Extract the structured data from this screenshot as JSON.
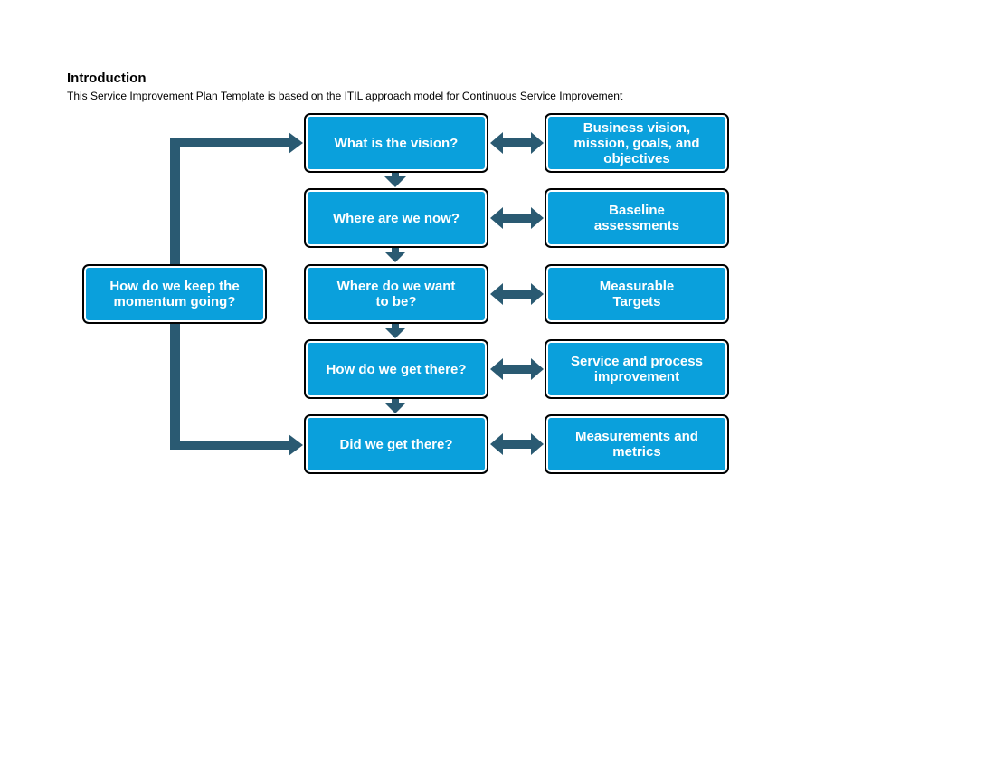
{
  "heading": "Introduction",
  "subtitle": "This Service Improvement Plan Template is based on the ITIL approach model for Continuous Service Improvement",
  "colors": {
    "box_fill": "#0aa0dc",
    "connector": "#2a5a72",
    "box_text": "#ffffff"
  },
  "steps": [
    {
      "question": "What is the vision?",
      "answer": "Business vision,\nmission, goals, and\nobjectives"
    },
    {
      "question": "Where are we now?",
      "answer": "Baseline\nassessments"
    },
    {
      "question": "Where do we want\nto be?",
      "answer": "Measurable\nTargets"
    },
    {
      "question": "How do we get there?",
      "answer": "Service and process\nimprovement"
    },
    {
      "question": "Did we get there?",
      "answer": "Measurements and\nmetrics"
    }
  ],
  "loop_label": "How do we keep the\nmomentum going?"
}
